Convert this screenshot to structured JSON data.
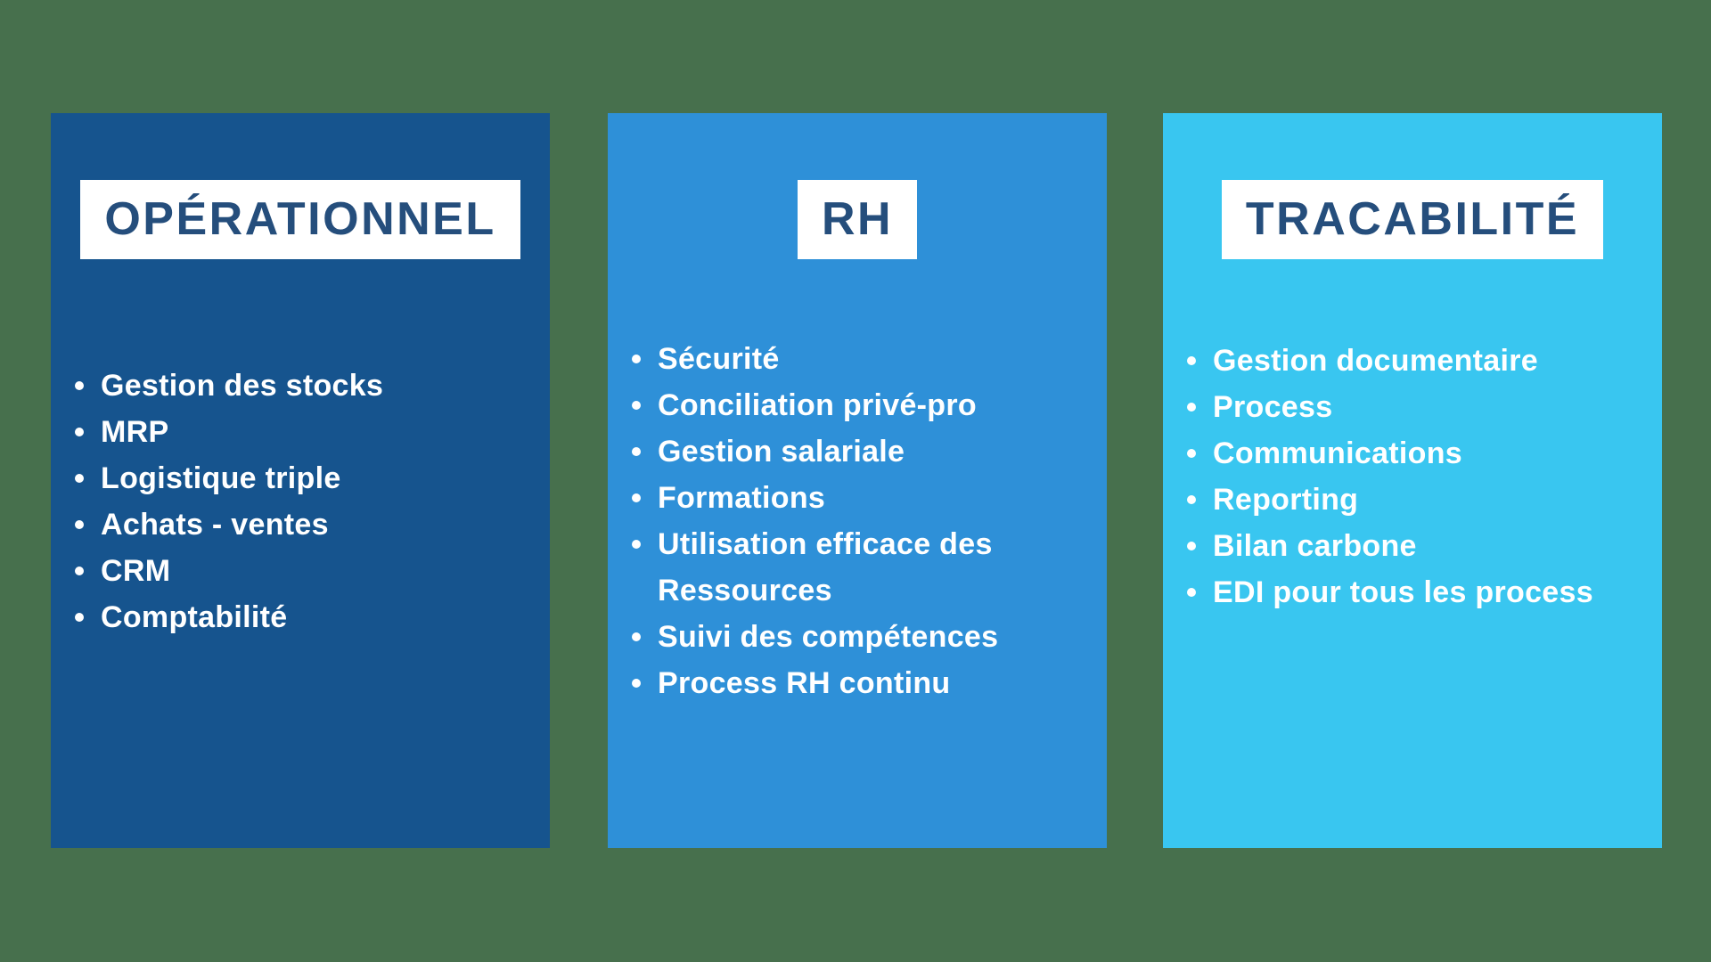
{
  "canvas": {
    "background_color": "#47704d"
  },
  "shared": {
    "title_bg_color": "#ffffff",
    "title_text_color": "#254e7c",
    "list_text_color": "#ffffff"
  },
  "panels": [
    {
      "id": "operationnel",
      "title": "OPÉRATIONNEL",
      "bg_color": "#16548e",
      "items": [
        "Gestion des stocks",
        "MRP",
        "Logistique triple",
        "Achats - ventes",
        "CRM",
        "Comptabilité"
      ]
    },
    {
      "id": "rh",
      "title": "RH",
      "bg_color": "#2e90d8",
      "items": [
        "Sécurité",
        "Conciliation privé-pro",
        "Gestion salariale",
        "Formations",
        "Utilisation efficace des Ressources",
        "Suivi des compétences",
        "Process RH continu"
      ]
    },
    {
      "id": "tracabilite",
      "title": "TRACABILITÉ",
      "bg_color": "#39c6f0",
      "items": [
        "Gestion documentaire",
        "Process",
        "Communications",
        "Reporting",
        "Bilan carbone",
        "EDI pour tous les process"
      ]
    }
  ]
}
